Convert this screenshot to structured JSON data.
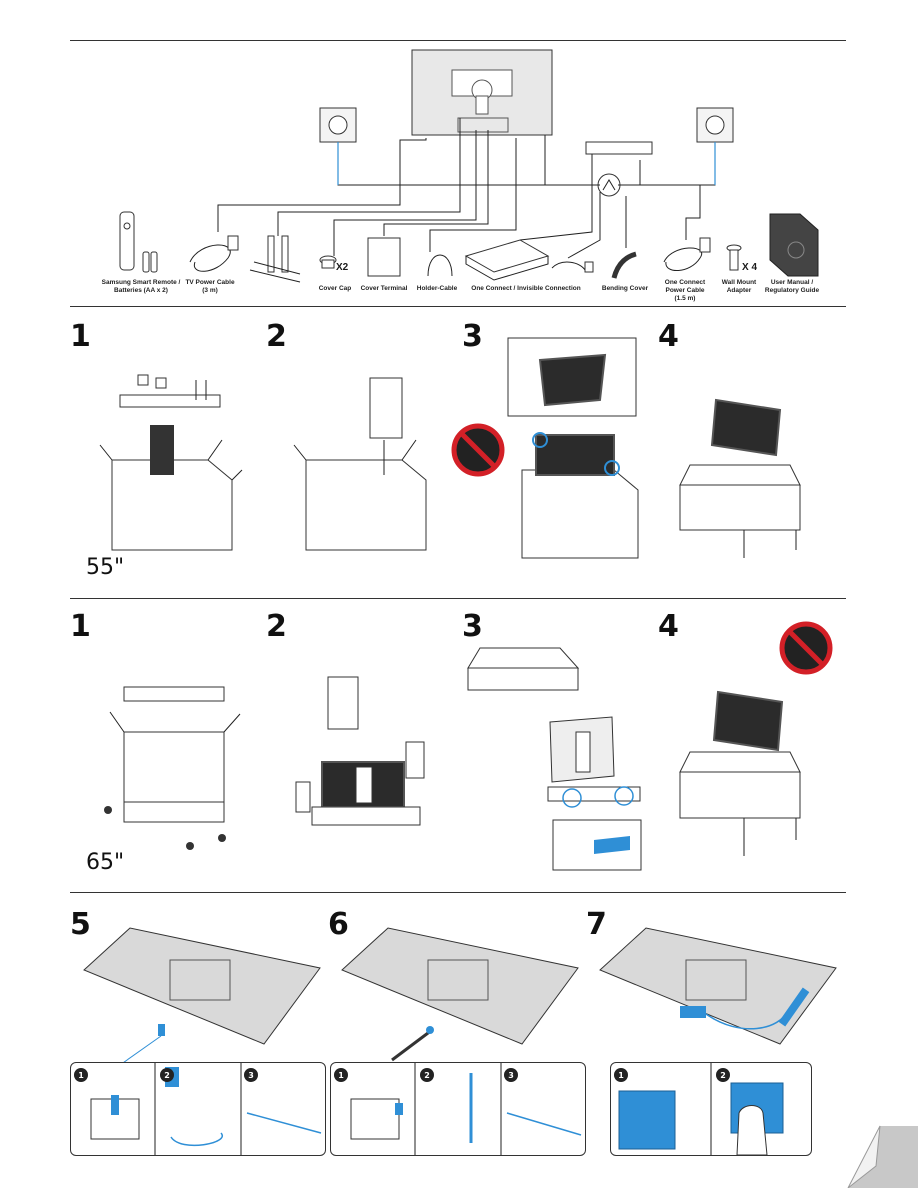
{
  "accessories": {
    "remote": "Samsung Smart Remote /\nBatteries (AA x 2)",
    "power_cable": "TV Power Cable\n(3 m)",
    "cover_cap": "Cover Cap",
    "cover_cap_qty": "X2",
    "cover_terminal": "Cover Terminal",
    "holder_cable": "Holder-Cable",
    "one_connect": "One Connect / Invisible Connection",
    "bending_cover": "Bending Cover",
    "oc_power_cable": "One Connect\nPower Cable\n(1.5 m)",
    "wall_mount": "Wall Mount\nAdapter",
    "wall_mount_qty": "X 4",
    "manual": "User Manual /\nRegulatory Guide"
  },
  "section_55": {
    "steps": [
      "1",
      "2",
      "3",
      "4"
    ],
    "size_label": "55\""
  },
  "section_65": {
    "steps": [
      "1",
      "2",
      "3",
      "4"
    ],
    "size_label": "65\""
  },
  "section_cables": {
    "steps": [
      "5",
      "6",
      "7"
    ],
    "substeps": [
      "1",
      "2",
      "3"
    ]
  },
  "colors": {
    "accent_blue": "#2f8fd6",
    "prohibit_red": "#d32027",
    "tv_screen": "#2b2b2b"
  }
}
